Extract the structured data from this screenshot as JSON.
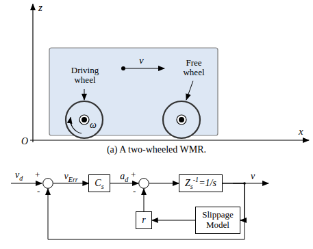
{
  "diagram": {
    "caption": "(a) A two-wheeled WMR.",
    "nodes": [
      {
        "text": [
          "+",
          "-"
        ]
      },
      {
        "text": [
          "Cs"
        ]
      },
      {
        "text": [
          "+",
          "-"
        ]
      },
      {
        "text": [
          "Zs-1=1/s"
        ]
      },
      {
        "text": [
          "r"
        ]
      },
      {
        "text": [
          "Slippage Model"
        ]
      }
    ],
    "edges": [
      {
        "from": 0,
        "to": 1,
        "arrow": "to",
        "label": "vErr"
      },
      {
        "from": 1,
        "to": 2,
        "arrow": "to",
        "label": "ad"
      },
      {
        "from": 2,
        "to": 3,
        "arrow": "to"
      },
      {
        "from": 3,
        "to": 5,
        "arrow": "to"
      },
      {
        "from": 5,
        "to": 4,
        "arrow": "to"
      },
      {
        "from": 4,
        "to": 2,
        "arrow": "to"
      },
      {
        "from": 3,
        "to": 0,
        "arrow": "to"
      }
    ],
    "labels": [
      "z",
      "O",
      "x",
      "Driving wheel",
      "v",
      "Free wheel",
      "ω",
      "vd",
      "v"
    ]
  }
}
